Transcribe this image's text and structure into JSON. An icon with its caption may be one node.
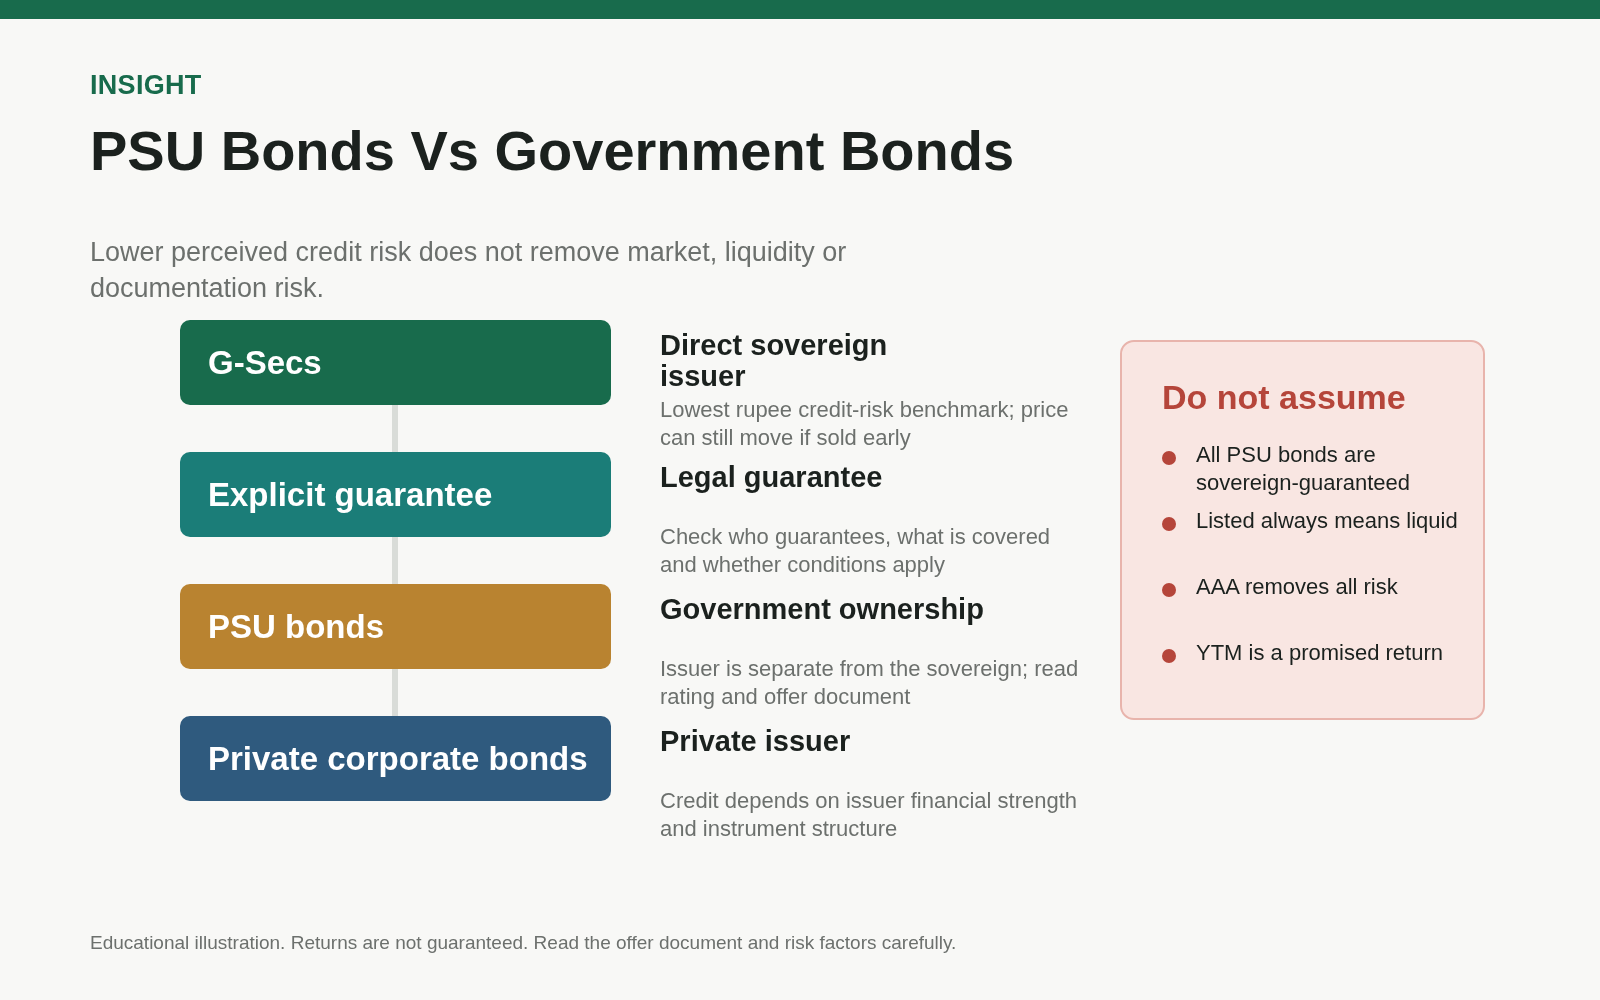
{
  "diagram": {
    "title": "PSU Bonds Vs Government Bonds",
    "nodes": [
      {
        "text": [
          "G-Secs"
        ],
        "beside": [
          "Direct sovereign issuer",
          "Lowest rupee credit-risk benchmark; price can still move if sold early"
        ]
      },
      {
        "text": [
          "Explicit guarantee"
        ],
        "beside": [
          "Legal guarantee",
          "Check who guarantees, what is covered and whether conditions apply"
        ]
      },
      {
        "text": [
          "PSU bonds"
        ],
        "beside": [
          "Government ownership",
          "Issuer is separate from the sovereign; read rating and offer document"
        ]
      },
      {
        "text": [
          "Private corporate bonds"
        ],
        "beside": [
          "Private issuer",
          "Credit depends on issuer financial strength and instrument structure"
        ]
      },
      {
        "text": [
          "Do not assume",
          "All PSU bonds are sovereign-guaranteed",
          "Listed always means liquid",
          "AAA removes all risk",
          "YTM is a promised return"
        ]
      }
    ],
    "edges": [
      {
        "from": 0,
        "to": 1,
        "arrow": "none"
      },
      {
        "from": 1,
        "to": 2,
        "arrow": "none"
      },
      {
        "from": 2,
        "to": 3,
        "arrow": "none"
      }
    ],
    "labels": [
      "INSIGHT",
      "Lower perceived credit risk does not remove market, liquidity or documentation risk.",
      "Educational illustration. Returns are not guaranteed. Read the offer document and risk factors carefully."
    ]
  }
}
